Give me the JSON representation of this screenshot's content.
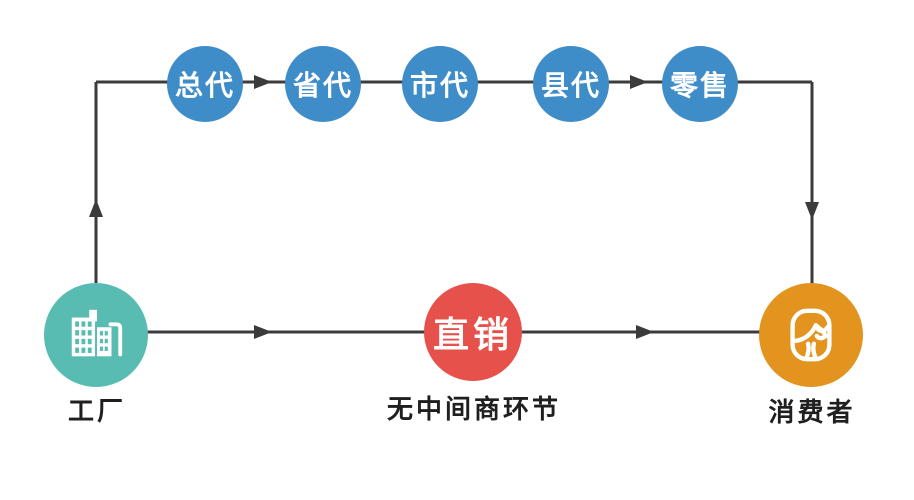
{
  "colors": {
    "blue": "#3e8cc8",
    "teal": "#58bcb3",
    "red": "#e6524b",
    "orange": "#e2941e",
    "line": "#3b3b3b",
    "label": "#1f1f1f"
  },
  "chain_nodes": [
    {
      "label": "总代"
    },
    {
      "label": "省代"
    },
    {
      "label": "市代"
    },
    {
      "label": "县代"
    },
    {
      "label": "零售"
    }
  ],
  "factory": {
    "label": "工厂"
  },
  "direct": {
    "label": "直销",
    "caption": "无中间商环节"
  },
  "consumer": {
    "label": "消费者"
  }
}
